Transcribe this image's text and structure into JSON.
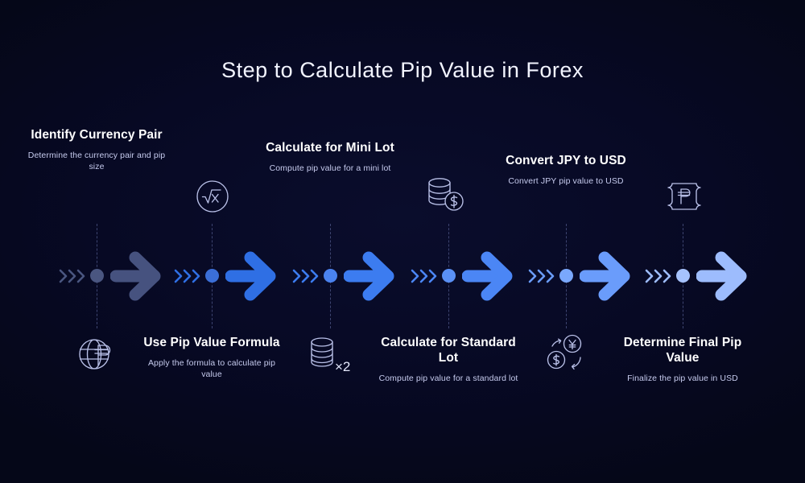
{
  "title": "Step to Calculate Pip Value in Forex",
  "theme": {
    "background": "#060821",
    "title_color": "#f2f4ff",
    "heading_color": "#ffffff",
    "body_color": "#c6cbee",
    "dash_line_color": "#3d4470",
    "icon_stroke": "#b9c0e8"
  },
  "steps": [
    {
      "index": 1,
      "heading": "Identify Currency Pair",
      "description": "Determine the currency pair and pip size",
      "text_position": "above",
      "icon_position": "below",
      "icon": "globe-peso-icon",
      "arrow_color": "#46527f",
      "node_color": "#4a5680",
      "chevron_color": "#3c4straight"
    },
    {
      "index": 2,
      "heading": "Use Pip Value Formula",
      "description": "Apply the formula to calculate pip value",
      "text_position": "below",
      "icon_position": "above",
      "icon": "square-root-circle-icon",
      "arrow_color": "#2f6fe4",
      "node_color": "#3b6fd8",
      "chevron_color": "#2f6fe4"
    },
    {
      "index": 3,
      "heading": "Calculate for Mini Lot",
      "description": "Compute pip value for a mini lot",
      "text_position": "above",
      "icon_position": "below",
      "icon": "coin-stack-x2-icon",
      "icon_label": "×2",
      "arrow_color": "#3c7cf0",
      "node_color": "#4a82ef",
      "chevron_color": "#3c7cf0"
    },
    {
      "index": 4,
      "heading": "Calculate for Standard Lot",
      "description": "Compute pip value for a standard lot",
      "text_position": "below",
      "icon_position": "above",
      "icon": "coin-stack-dollar-icon",
      "arrow_color": "#4b86f5",
      "node_color": "#5a90f5",
      "chevron_color": "#4b86f5"
    },
    {
      "index": 5,
      "heading": "Convert JPY to USD",
      "description": "Convert JPY pip value to USD",
      "text_position": "above",
      "icon_position": "below",
      "icon": "currency-exchange-yen-dollar-icon",
      "arrow_color": "#6a9cfb",
      "node_color": "#7aa8fc",
      "chevron_color": "#6a9cfb"
    },
    {
      "index": 6,
      "heading": "Determine Final Pip Value",
      "description": "Finalize the pip value in USD",
      "text_position": "below",
      "icon_position": "above",
      "icon": "peso-badge-icon",
      "arrow_color": "#9dbcfd",
      "node_color": "#a6c2fd",
      "chevron_color": "#9dbcfd"
    }
  ]
}
